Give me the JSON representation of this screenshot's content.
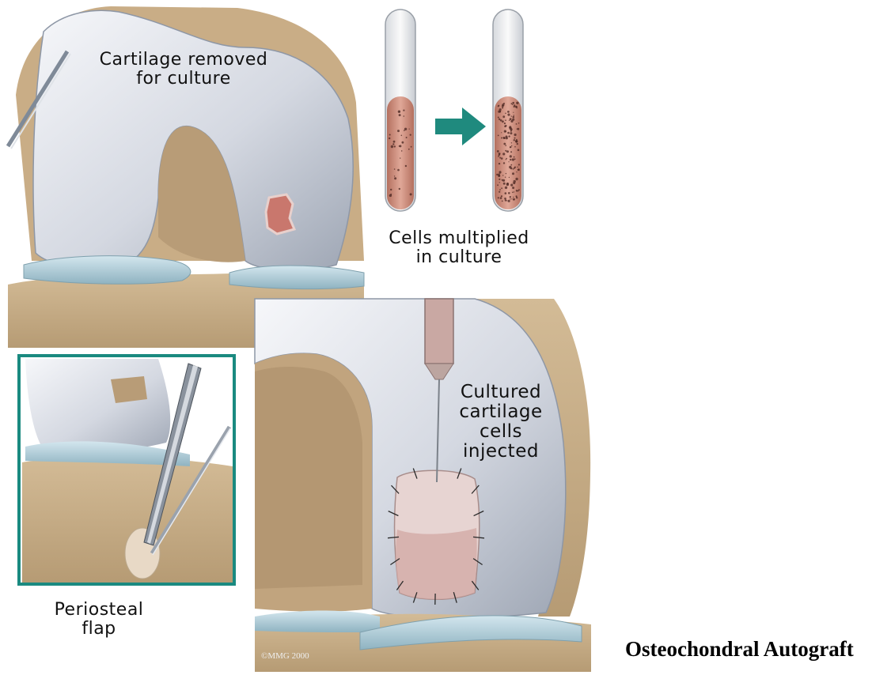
{
  "labels": {
    "cartilage_removed": [
      "Cartilage removed",
      "for culture"
    ],
    "cells_multiplied": [
      "Cells multiplied",
      "in culture"
    ],
    "cultured_cells": [
      "Cultured",
      "cartilage",
      "cells",
      "injected"
    ],
    "periosteal_flap": [
      "Periosteal",
      "flap"
    ],
    "copyright": "©MMG 2000"
  },
  "caption": "Osteochondral Autograft",
  "colors": {
    "bone": "#c8ae8a",
    "bone_dark": "#a68c66",
    "cartilage": "#d9dde6",
    "cartilage_light": "#f4f5f8",
    "meniscus": "#b7d3de",
    "culture_fluid": "#c98a79",
    "arrow": "#1f8a7e",
    "frame": "#1a8a80"
  }
}
